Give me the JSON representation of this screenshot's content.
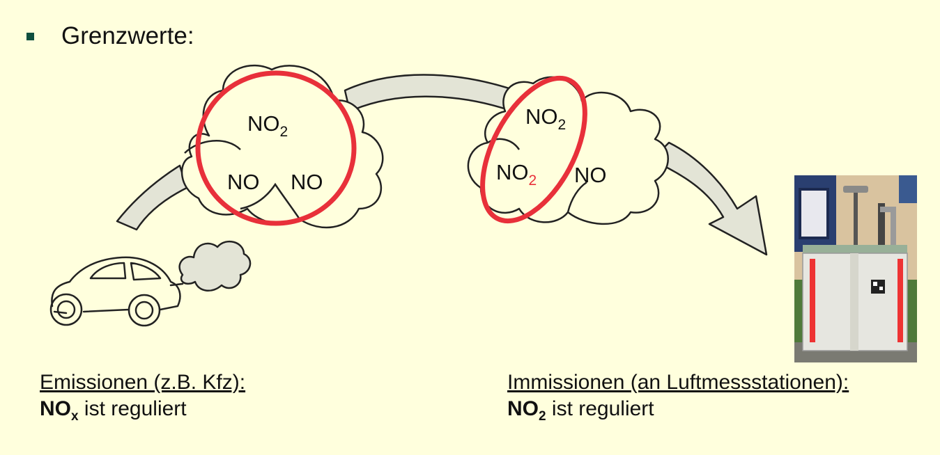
{
  "heading": "Grenzwerte:",
  "diagram": {
    "left_cloud": {
      "top_molecule": "NO",
      "top_subscript": "2",
      "bottom_left": "NO",
      "bottom_right": "NO"
    },
    "right_cloud": {
      "top_molecule": "NO",
      "top_subscript": "2",
      "middle_molecule": "NO",
      "middle_subscript": "2",
      "right_molecule": "NO"
    },
    "colors": {
      "background": "#FFFFDD",
      "ring": "#E8303A",
      "arrow_fill": "#E3E4D6",
      "outline": "#222222",
      "highlight_subscript": "#E8303A",
      "bullet": "#0F4F3F"
    }
  },
  "left_caption": {
    "title": "Emissionen (z.B. Kfz):",
    "reg_bold": "NO",
    "reg_sub": "x",
    "reg_rest": " ist reguliert"
  },
  "right_caption": {
    "title": "Immissionen (an Luftmessstationen):",
    "reg_bold": "NO",
    "reg_sub": "2",
    "reg_rest": " ist reguliert"
  }
}
